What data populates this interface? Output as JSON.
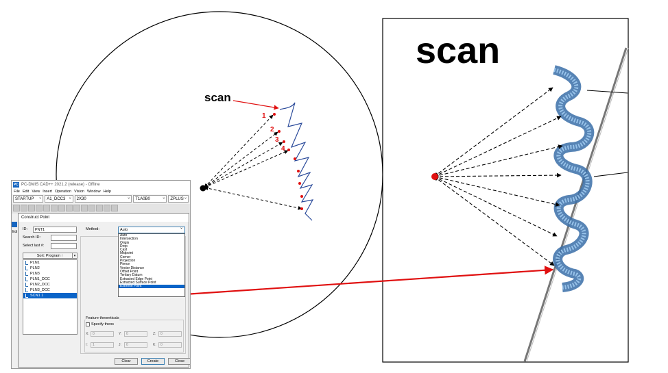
{
  "labels": {
    "scan_small": "scan",
    "scan_big": "scan",
    "point_numbers": [
      "1",
      "2",
      "3",
      "4"
    ]
  },
  "window": {
    "icon_text": "PC",
    "title": "PC-DMIS CAD++ 2021.2 (release) - Offline",
    "menu": [
      "File",
      "Edit",
      "View",
      "Insert",
      "Operation",
      "Vision",
      "Window",
      "Help"
    ],
    "combos": [
      "STARTUP",
      "A1_DCC3",
      "2X30",
      "T1A0B0",
      "ZPLUS"
    ],
    "edge_label": "Edi"
  },
  "dialog": {
    "title": "Construct Point",
    "id_label": "ID:",
    "id_value": "PNT1",
    "search_label": "Search ID:",
    "select_last_label": "Select last #:",
    "sort_label": "Sort: Program ↑",
    "method_label": "Method:",
    "method_value": "Auto",
    "methods": [
      "Auto",
      "Intersection",
      "Origin",
      "Drop",
      "Cast",
      "Midpoint",
      "Corner",
      "Projection",
      "Pierce",
      "Vector Distance",
      "Offset Point",
      "Tertiary Datum",
      "Extracted Edge Point",
      "Extracted Surface Point",
      "Extreme Point"
    ],
    "selected_method": "Extreme Point",
    "features": [
      "PLN1",
      "PLN2",
      "PLN3",
      "PLN1_DCC",
      "PLN2_DCC",
      "PLN3_DCC",
      "SCN1      1"
    ],
    "selected_feature": "SCN1      1",
    "theo_title": "Feature theoreticals",
    "specify_theos": "Specify theos",
    "theo_fields": [
      {
        "label": "X:",
        "value": "0"
      },
      {
        "label": "Y:",
        "value": "0"
      },
      {
        "label": "Z:",
        "value": "0"
      },
      {
        "label": "I:",
        "value": "1"
      },
      {
        "label": "J:",
        "value": "0"
      },
      {
        "label": "K:",
        "value": "0"
      }
    ],
    "buttons": {
      "clear": "Clear",
      "create": "Create",
      "close": "Close"
    }
  },
  "colors": {
    "accent_red": "#e01010",
    "selection_blue": "#0a64c8",
    "scan_curve": "#2a4a9a"
  }
}
